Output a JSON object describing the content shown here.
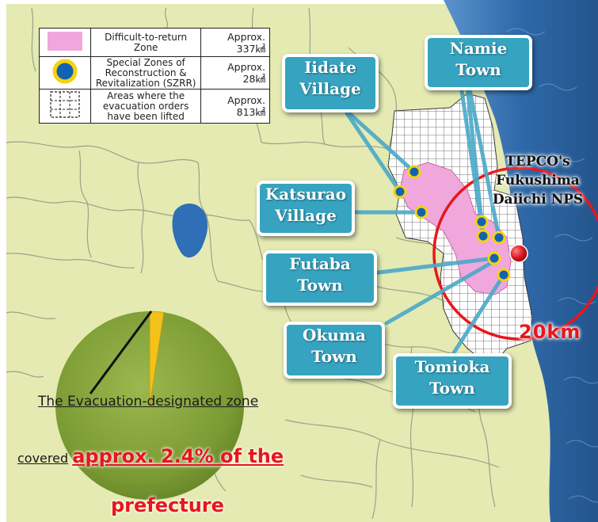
{
  "legend": {
    "rows": [
      {
        "symbol": "pink-square-icon",
        "description": "Difficult-to-return Zone",
        "value_line1": "Approx.",
        "value_line2": "337㎢"
      },
      {
        "symbol": "yellow-ring-icon",
        "description": "Special Zones of Reconstruction & Revitalization (SZRR)",
        "value_line1": "Approx.",
        "value_line2": "28㎢"
      },
      {
        "symbol": "dashed-grid-square-icon",
        "description": "Areas where the evacuation orders have been lifted",
        "value_line1": "Approx.",
        "value_line2": "813㎢"
      }
    ]
  },
  "municipalities": [
    {
      "line1": "Iidate",
      "line2": "Village"
    },
    {
      "line1": "Namie",
      "line2": "Town"
    },
    {
      "line1": "Katsurao",
      "line2": "Village"
    },
    {
      "line1": "Futaba",
      "line2": "Town"
    },
    {
      "line1": "Okuma",
      "line2": "Town"
    },
    {
      "line1": "Tomioka",
      "line2": "Town"
    }
  ],
  "plant": {
    "line1": "TEPCO's",
    "line2": "Fukushima",
    "line3": "Daiichi NPS"
  },
  "radius_label": "20km",
  "pie": {
    "evacuation_share_percent": 2.4
  },
  "caption": {
    "line1": "The Evacuation-designated zone",
    "covered": "covered",
    "approx": "approx. 2.4% of the",
    "prefecture": "prefecture"
  },
  "colors": {
    "land": "#e4eab2",
    "sea": "#3b78b8",
    "difficult_zone": "#f0a8dc",
    "szrr_fill": "#1262b3",
    "szrr_ring": "#f6d20e",
    "label_box": "#36a4c0",
    "pie_main": "#7c9a35",
    "pie_slice": "#f3c21a",
    "accent_red": "#e8161b",
    "lake": "#2e6fb5"
  }
}
